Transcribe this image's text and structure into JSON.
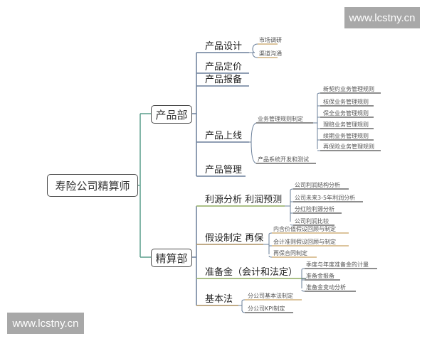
{
  "watermark": {
    "top": "www.lcstny.cn",
    "bottom": "www.lcstny.cn"
  },
  "colors": {
    "root_line": "#5a9e8c",
    "branch_line": "#6a7f9a",
    "gold_underline": "#c8a060",
    "dark_underline": "#4a4a4a",
    "green_underline": "#a8c070"
  },
  "root": {
    "label": "寿险公司精算师"
  },
  "branches": [
    {
      "label": "产品部",
      "children": [
        {
          "label": "产品设计",
          "children": [
            "市场调研",
            "渠道沟通"
          ]
        },
        {
          "label": "产品定价"
        },
        {
          "label": "产品报备"
        },
        {
          "label": "产品上线",
          "children": [
            {
              "label": "业务管理规则制定",
              "children": [
                "新契约业务管理规则",
                "核保业务管理规则",
                "保全业务管理规则",
                "理赔业务管理规则",
                "续期业务管理规则",
                "再保险业务管理规则"
              ]
            },
            {
              "label": "产品系统开发和测试"
            }
          ]
        },
        {
          "label": "产品管理"
        }
      ]
    },
    {
      "label": "精算部",
      "children": [
        {
          "label": "利源分析  利润预测",
          "children": [
            "公司利润结构分析",
            "公司未来3-5年利润分析",
            "分红险利源分析",
            "公司利润比较"
          ]
        },
        {
          "label": "假设制定  再保",
          "children": [
            "内含价值假设回顾与制定",
            "会计准则假设回顾与制定",
            "再保合同制定"
          ]
        },
        {
          "label": "准备金（会计和法定）",
          "children": [
            "季度与年度准备金的计量",
            "准备金报备",
            "准备金变动分析"
          ]
        },
        {
          "label": "基本法",
          "children": [
            "分公司基本法制定",
            "分公司KPI制定"
          ]
        }
      ]
    }
  ]
}
